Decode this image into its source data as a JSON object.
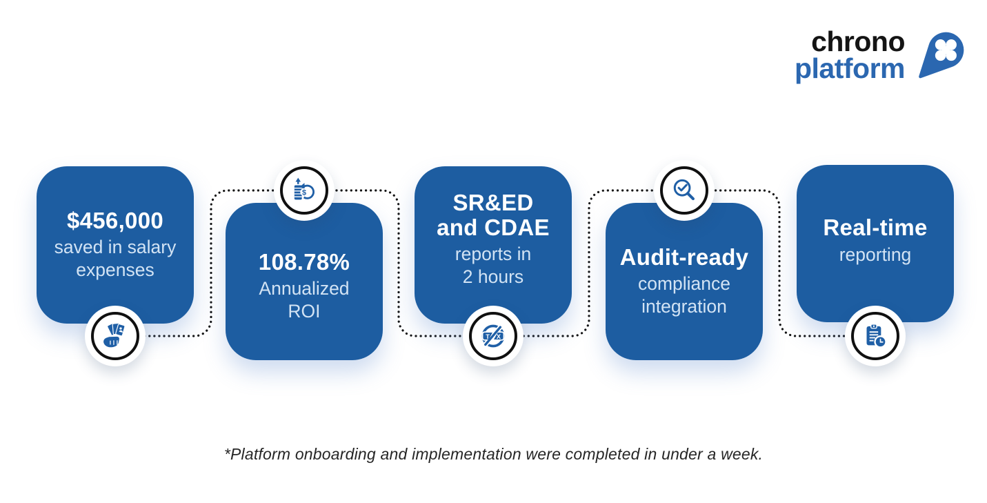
{
  "logo": {
    "word_top": "chrono",
    "word_bottom": "platform",
    "word_top_color": "#141414",
    "word_bottom_color": "#2b67b0",
    "pin_color": "#2b67b0"
  },
  "cards": [
    {
      "name": "salary-savings",
      "headline_lines": [
        "$456,000"
      ],
      "subtitle_lines": [
        "saved in salary",
        "expenses"
      ],
      "icon": "hand-money-icon",
      "icon_position": "bottom"
    },
    {
      "name": "annualized-roi",
      "headline_lines": [
        "108.78%"
      ],
      "subtitle_lines": [
        "Annualized",
        "ROI"
      ],
      "icon": "roi-growth-icon",
      "icon_position": "top"
    },
    {
      "name": "sred-cdae-reports",
      "headline_lines": [
        "SR&ED",
        "and CDAE"
      ],
      "subtitle_lines": [
        "reports in",
        "2 hours"
      ],
      "icon": "tax-icon",
      "icon_position": "bottom"
    },
    {
      "name": "audit-ready",
      "headline_lines": [
        "Audit-ready"
      ],
      "subtitle_lines": [
        "compliance",
        "integration"
      ],
      "icon": "magnifier-check-icon",
      "icon_position": "top"
    },
    {
      "name": "real-time-reporting",
      "headline_lines": [
        "Real-time"
      ],
      "subtitle_lines": [
        "reporting"
      ],
      "icon": "clipboard-clock-icon",
      "icon_position": "bottom"
    }
  ],
  "icons": {
    "tax_letters": [
      "T",
      "X"
    ],
    "roi_dollar": "$"
  },
  "footnote": "*Platform onboarding and implementation were completed in under a week.",
  "colors": {
    "card_blue": "#1d5da1",
    "icon_blue": "#1f5fa6",
    "connector_black": "#141414",
    "headline_text": "#ffffff",
    "subtitle_text": "#d2e3f4"
  }
}
